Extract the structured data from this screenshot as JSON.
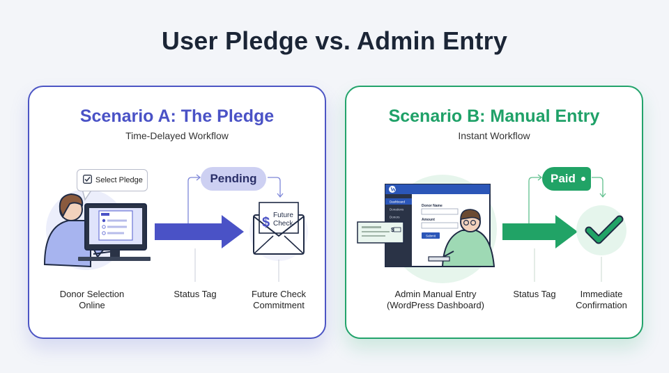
{
  "title": "User Pledge vs. Admin Entry",
  "scenario_a": {
    "title": "Scenario A: The Pledge",
    "subtitle": "Time-Delayed Workflow",
    "bubble_label": "Select Pledge",
    "status_pill": "Pending",
    "envelope_label_line1": "Future",
    "envelope_label_line2": "Check",
    "envelope_symbol": "$",
    "captions": {
      "donor": [
        "Donor Selection",
        "Online"
      ],
      "status": "Status Tag",
      "future": [
        "Future Check",
        "Commitment"
      ]
    },
    "accent": "#4a52c6"
  },
  "scenario_b": {
    "title": "Scenario B: Manual Entry",
    "subtitle": "Instant Workflow",
    "status_tag": "Paid",
    "dashboard": {
      "sidebar_items": [
        "Dashboard",
        "Donations",
        "Donors"
      ],
      "form_label_1": "Donor Name",
      "form_label_2": "Amount",
      "submit_label": "Submit"
    },
    "captions": {
      "admin": [
        "Admin Manual Entry",
        "(WordPress Dashboard)"
      ],
      "status": "Status Tag",
      "confirm": [
        "Immediate",
        "Confirmation"
      ]
    },
    "accent": "#1fa168"
  },
  "icons": [
    "checkbox-icon",
    "monitor-icon",
    "person-icon",
    "arrow-right-icon",
    "envelope-icon",
    "dollar-icon",
    "wordpress-icon",
    "check-document-icon",
    "checkmark-icon",
    "tag-icon"
  ]
}
